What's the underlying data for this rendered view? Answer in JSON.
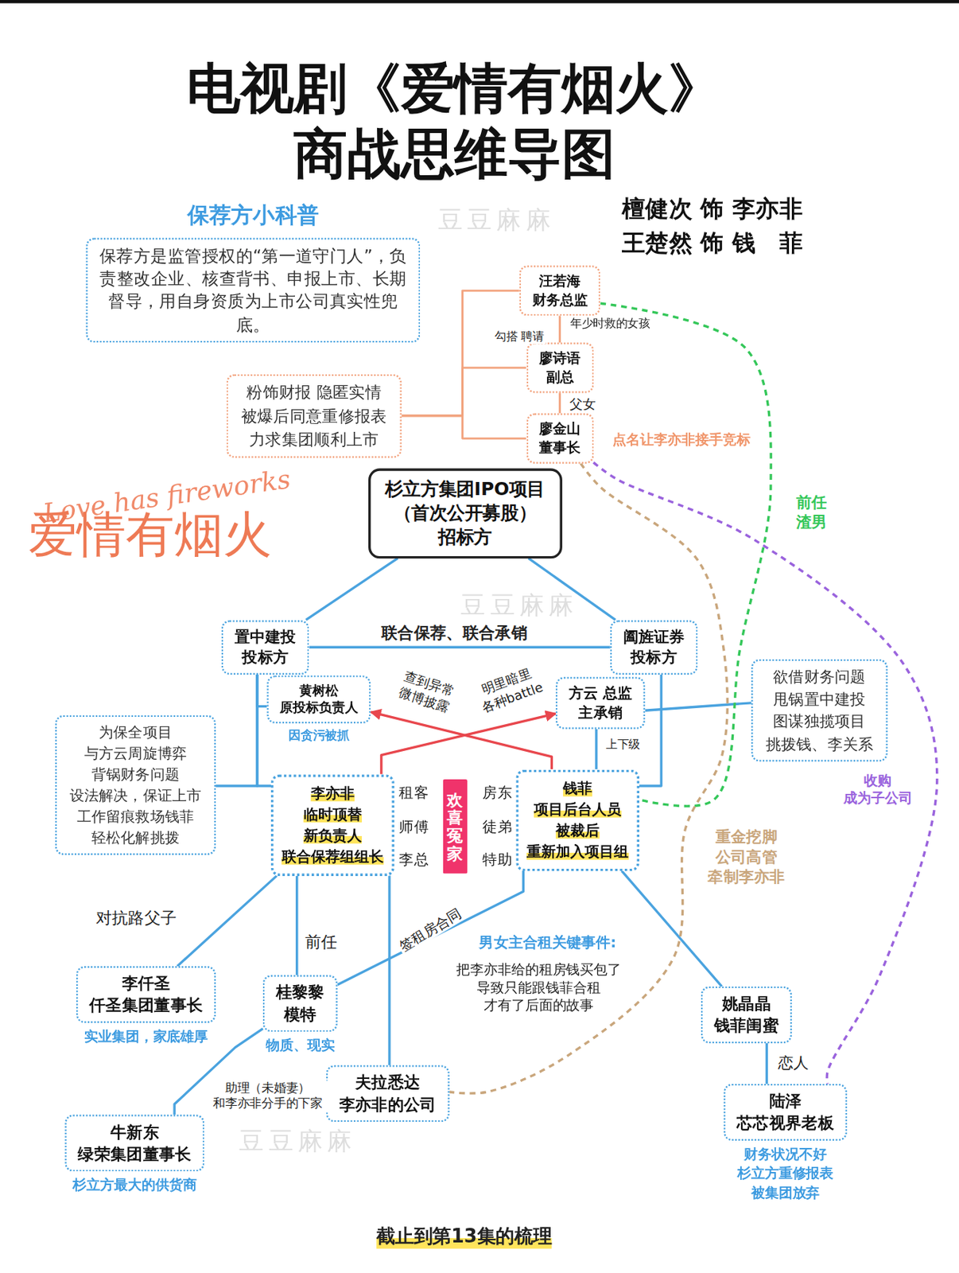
{
  "diagram": {
    "title": "电视剧《爱情有烟火》 商战思维导图",
    "caption": "截止到第13集的梳理",
    "nodes": [
      {
        "text": [
          "保荐方小科普",
          "保荐方是监管授权的“第一道守门人”，负责整改企业、核查背书、申报上市、长期督导，用自身资质为上市公司真实性兜底。"
        ]
      },
      {
        "text": [
          "汪若海",
          "财务总监"
        ]
      },
      {
        "text": [
          "廖诗语",
          "副总"
        ]
      },
      {
        "text": [
          "粉饰财报 隐匿实情 被爆后同意重修报表 力求集团顺利上市"
        ]
      },
      {
        "text": [
          "廖金山",
          "董事长"
        ]
      },
      {
        "text": [
          "杉立方集团IPO项目",
          "（首次公开募股）",
          "招标方"
        ]
      },
      {
        "text": [
          "置中建投",
          "投标方"
        ]
      },
      {
        "text": [
          "阖旌证券",
          "投标方"
        ]
      },
      {
        "text": [
          "黄树松",
          "原投标负责人",
          "因贪污被抓"
        ]
      },
      {
        "text": [
          "方云 总监",
          "主承销"
        ]
      },
      {
        "text": [
          "欲借财务问题 甩锅置中建投 图谋独揽项目 挑拨钱、李关系"
        ]
      },
      {
        "text": [
          "为保全项目 与方云周旋博弈 背锅财务问题 设法解决，保证上市 工作留痕救场钱菲 轻松化解挑拨"
        ]
      },
      {
        "text": [
          "李亦非",
          "临时顶替",
          "新负责人",
          "联合保荐组组长"
        ]
      },
      {
        "text": [
          "欢喜冤家"
        ]
      },
      {
        "text": [
          "钱菲",
          "项目后台人员",
          "被裁后",
          "重新加入项目组"
        ]
      },
      {
        "text": [
          "李仟圣",
          "仟圣集团董事长",
          "实业集团，家底雄厚"
        ]
      },
      {
        "text": [
          "桂黎黎",
          "模特",
          "物质、现实"
        ]
      },
      {
        "text": [
          "夫拉悉达",
          "李亦非的公司"
        ]
      },
      {
        "text": [
          "姚晶晶",
          "钱菲闺蜜"
        ]
      },
      {
        "text": [
          "牛新东",
          "绿荣集团董事长",
          "杉立方最大的供货商"
        ]
      },
      {
        "text": [
          "陆泽",
          "芯芯视界老板",
          "财务状况不好 杉立方重修报表 被集团放弃"
        ]
      }
    ],
    "edges": [
      {
        "from": 3,
        "to": 1,
        "arrow": "none"
      },
      {
        "from": 3,
        "to": 2,
        "arrow": "none"
      },
      {
        "from": 3,
        "to": 4,
        "arrow": "none"
      },
      {
        "from": 2,
        "to": 1,
        "label": "勾搭 聘请",
        "arrow": "none"
      },
      {
        "from": 2,
        "to": 4,
        "label": "父女",
        "arrow": "none"
      },
      {
        "from": 5,
        "to": 6,
        "arrow": "none"
      },
      {
        "from": 5,
        "to": 7,
        "arrow": "none"
      },
      {
        "from": 6,
        "to": 7,
        "label": "联合保荐、联合承销",
        "arrow": "none"
      },
      {
        "from": 6,
        "to": 8,
        "arrow": "none"
      },
      {
        "from": 6,
        "to": 12,
        "arrow": "none"
      },
      {
        "from": 6,
        "to": 11,
        "arrow": "none"
      },
      {
        "from": 7,
        "to": 14,
        "arrow": "none"
      },
      {
        "from": 9,
        "to": 10,
        "arrow": "none"
      },
      {
        "from": 14,
        "to": 8,
        "label": "查到异常 微博披露",
        "arrow": "to"
      },
      {
        "from": 12,
        "to": 9,
        "label": "明里暗里 各种battle",
        "arrow": "to"
      },
      {
        "from": 9,
        "to": 14,
        "label": "上下级",
        "arrow": "none"
      },
      {
        "from": 12,
        "to": 15,
        "label": "对抗路父子",
        "arrow": "none"
      },
      {
        "from": 12,
        "to": 16,
        "label": "前任",
        "arrow": "none"
      },
      {
        "from": 12,
        "to": 17,
        "arrow": "none"
      },
      {
        "from": 14,
        "to": 16,
        "label": "签租房合同",
        "arrow": "none"
      },
      {
        "from": 14,
        "to": 18,
        "arrow": "none"
      },
      {
        "from": 16,
        "to": 19,
        "label": "助理（未婚妻） 和李亦非分手的下家",
        "arrow": "none"
      },
      {
        "from": 18,
        "to": 20,
        "label": "恋人",
        "arrow": "none"
      },
      {
        "from": 1,
        "to": 14,
        "label": "前任 渣男",
        "arrow": "none"
      },
      {
        "from": 4,
        "to": 20,
        "label": "收购 成为子公司",
        "arrow": "none"
      },
      {
        "from": 4,
        "to": 17,
        "label": "重金挖脚 公司高管 牵制李亦非",
        "arrow": "none"
      }
    ],
    "labels": [
      "檀健次 饰 李亦非",
      "王楚然 饰 钱　菲",
      "豆豆麻麻",
      "豆豆麻麻",
      "豆豆麻麻",
      "Love has fireworks",
      "爱情有烟火",
      "年少时救的女孩",
      "点名让李亦非接手竞标",
      "租客",
      "师傅",
      "李总",
      "房东",
      "徒弟",
      "特助",
      "男女主合租关键事件:",
      "把李亦非给的租房钱买包了 导致只能跟钱菲合租 才有了后面的故事"
    ]
  }
}
